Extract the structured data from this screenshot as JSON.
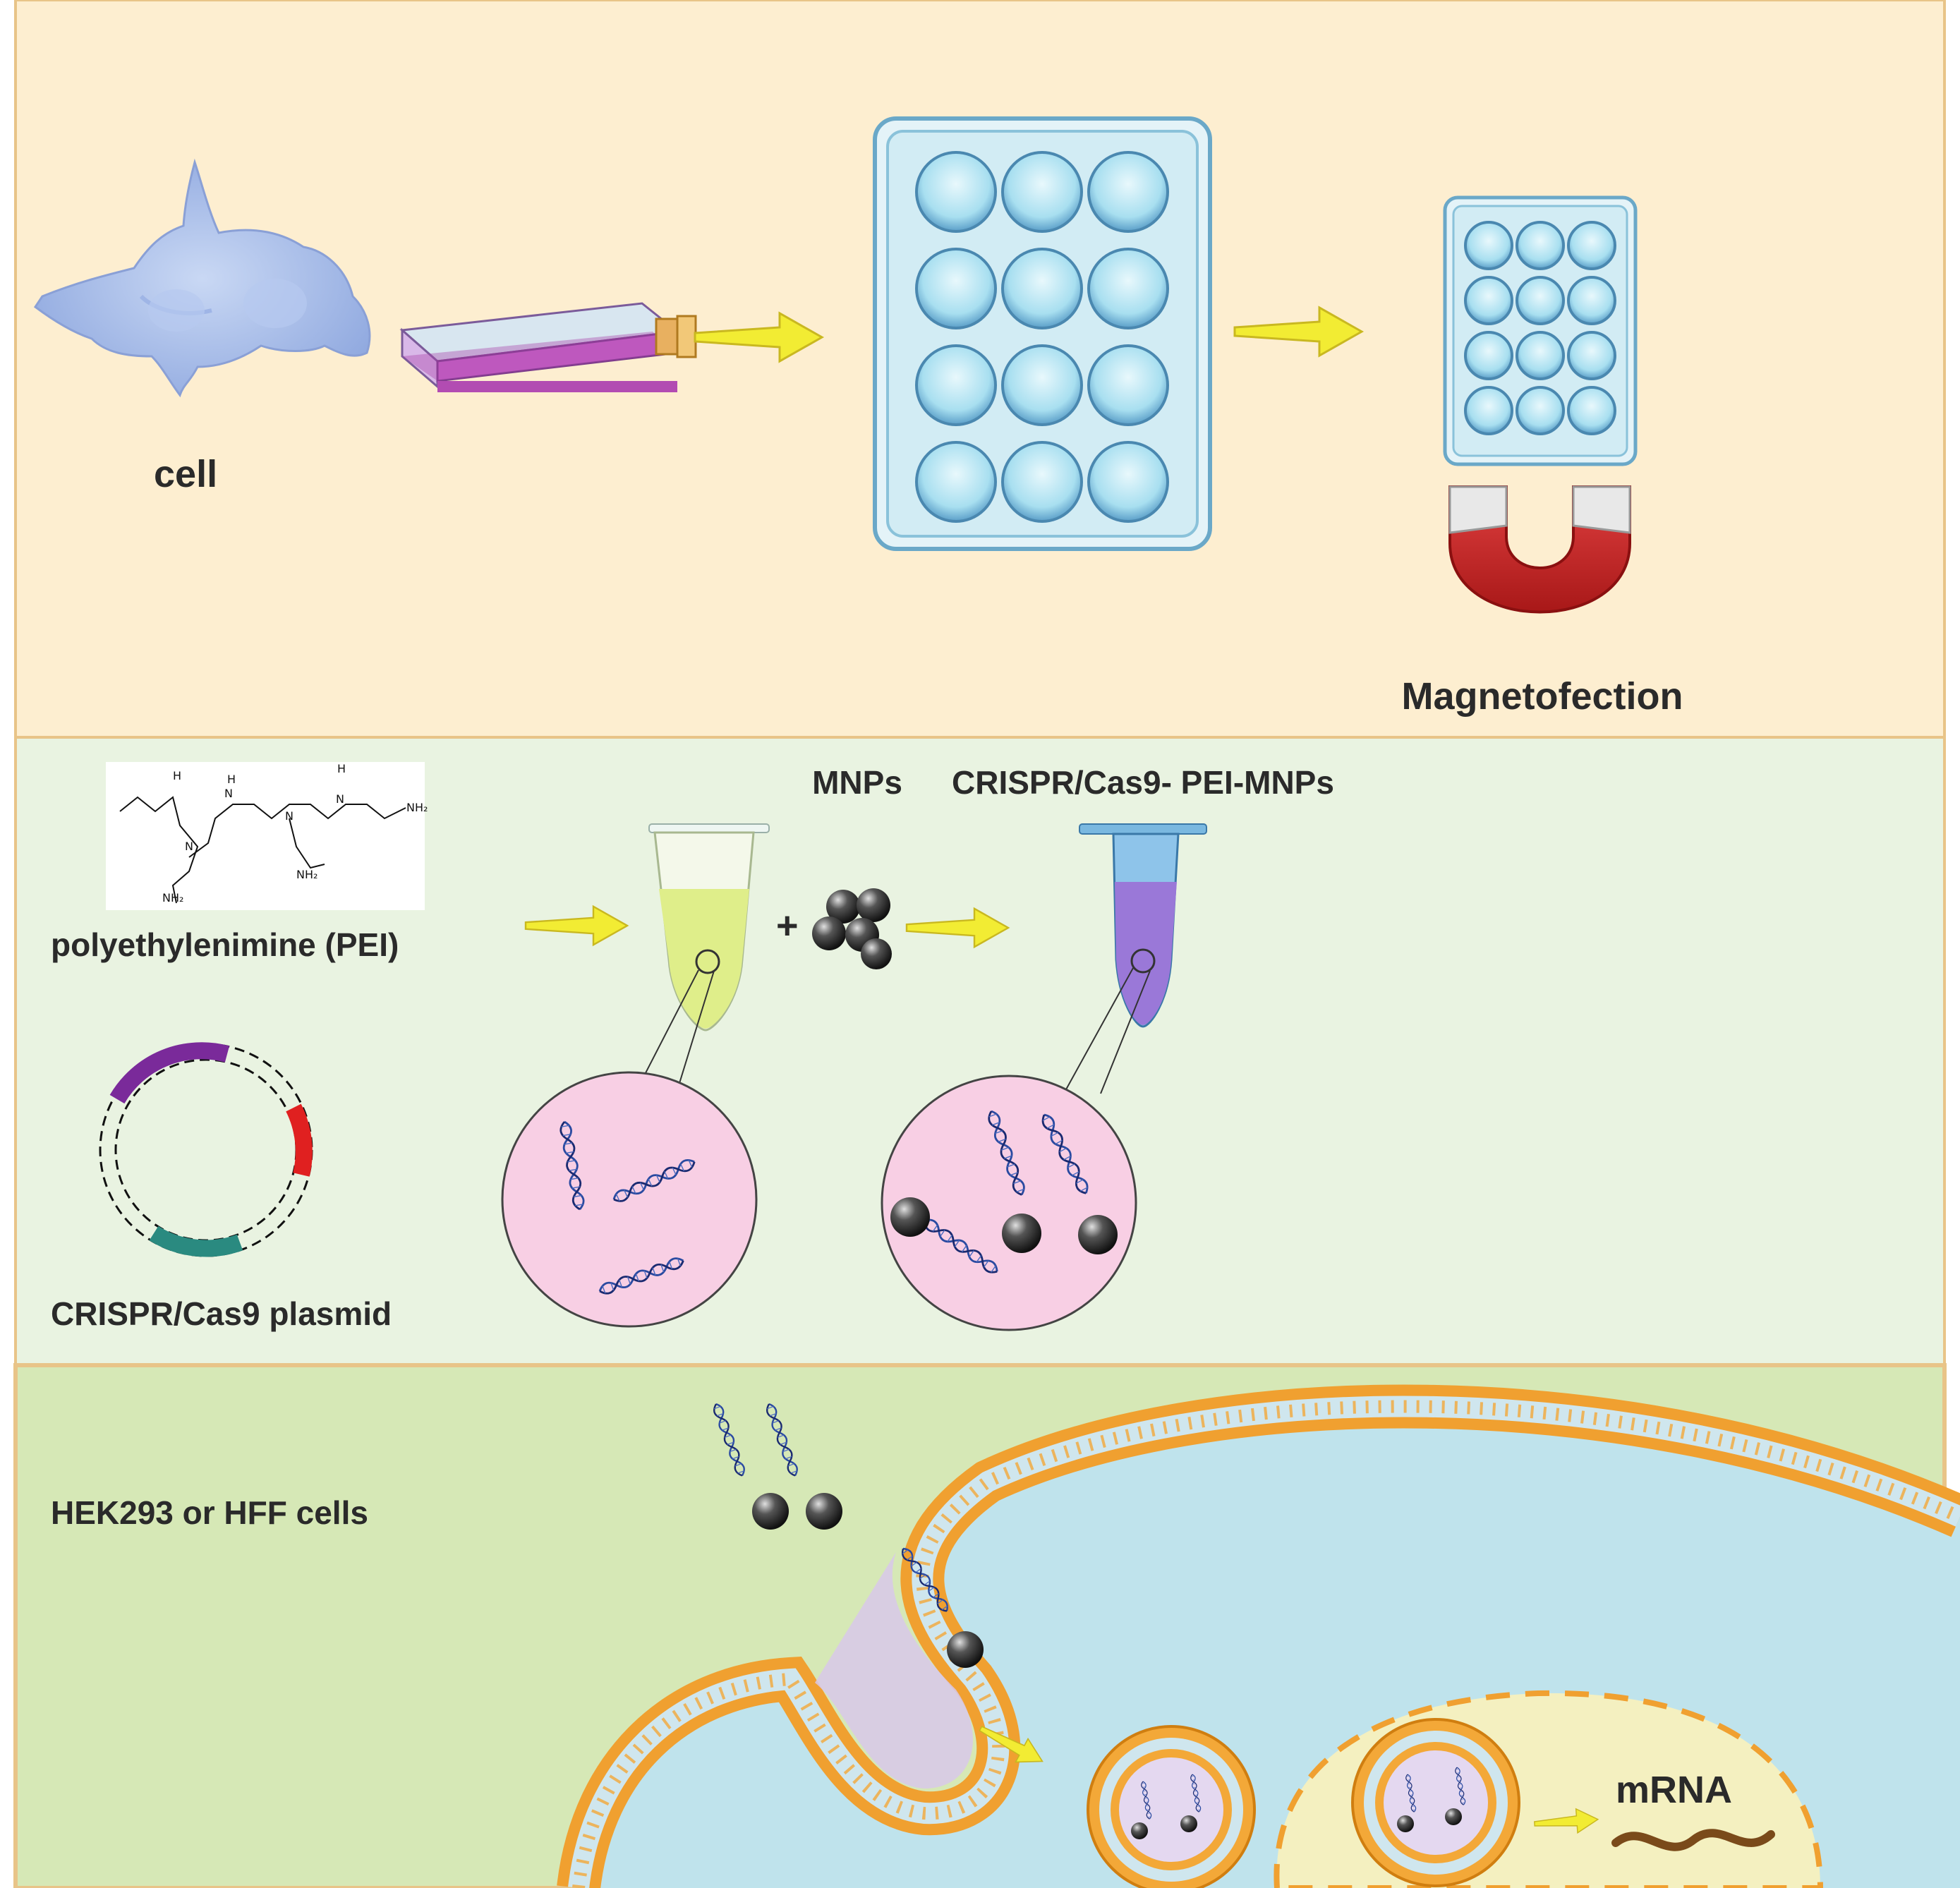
{
  "labels": {
    "cell": "cell",
    "magnetofection": "Magnetofection",
    "mnps": "MNPs",
    "complex": "CRISPR/Cas9- PEI-MNPs",
    "pei": "polyethylenimine (PEI)",
    "plus": "+",
    "plasmid": "CRISPR/Cas9 plasmid",
    "cells": "HEK293 or HFF cells",
    "mrna": "mRNA"
  },
  "pei_structure_atoms": [
    "H",
    "H",
    "H",
    "N",
    "N",
    "N",
    "N",
    "NH₂",
    "NH₂",
    "NH₂"
  ],
  "colors": {
    "panel_top": "#fdeed0",
    "panel_mid": "#e9f3e1",
    "panel_bottom": "#d6e8b6",
    "panel_border": "#e8c488",
    "cell_blue": "#a8bfe8",
    "flask_pink": "#cc66cc",
    "arrow_yellow": "#f2ec33",
    "well_blue": "#a8dff0",
    "magnet_red": "#d63030",
    "tube_yellow": "#e4f0a0",
    "tube_purple": "#9a78d8",
    "zoom_pink": "#f8cfe4",
    "dna_blue": "#2a4aa0",
    "membrane_orange": "#f0a030",
    "cytoplasm": "#bfe3ec",
    "nucleus": "#f4f0c0",
    "mrna_brown": "#7a4a1a",
    "plasmid_purple": "#7a2a9a",
    "plasmid_red": "#e02020",
    "plasmid_teal": "#2a8a80"
  }
}
